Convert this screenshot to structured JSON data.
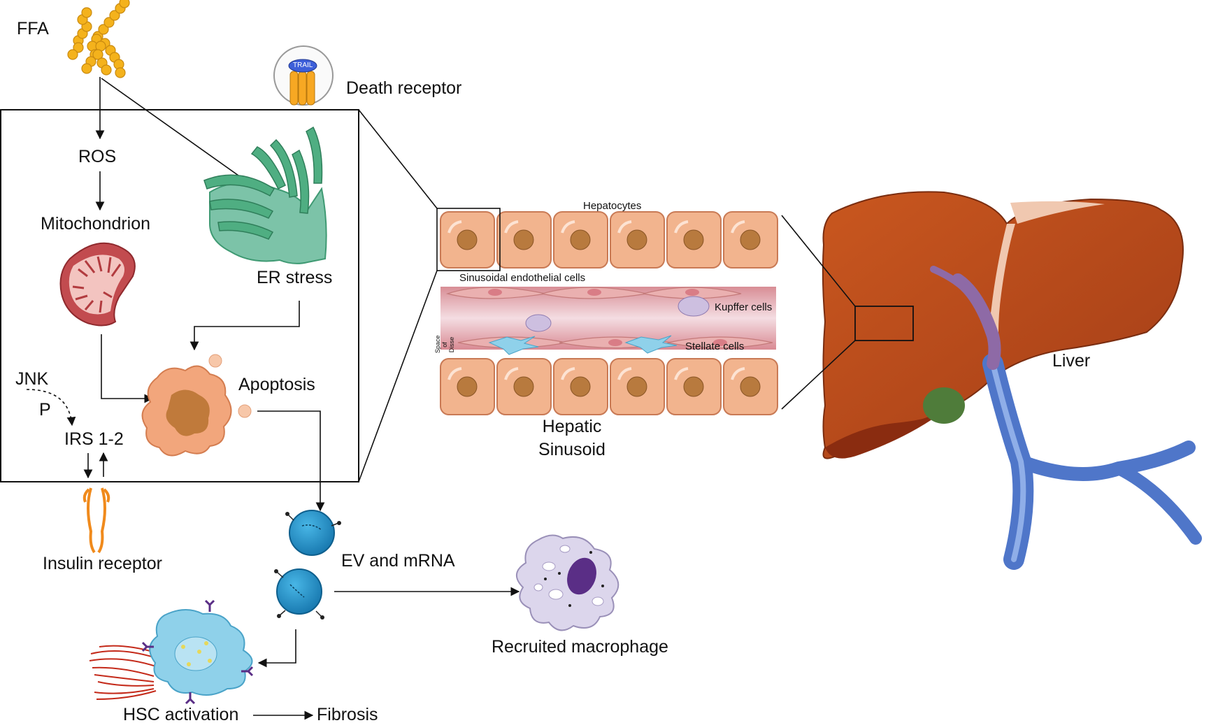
{
  "labels": {
    "ffa": "FFA",
    "death_receptor": "Death receptor",
    "trail": "TRAIL",
    "ros": "ROS",
    "mitochondrion": "Mitochondrion",
    "er_stress": "ER stress",
    "apoptosis": "Apoptosis",
    "jnk": "JNK",
    "p": "P",
    "irs": "IRS 1-2",
    "insulin_receptor": "Insulin receptor",
    "ev_mrna": "EV and mRNA",
    "recruited_macrophage": "Recruited macrophage",
    "hsc_activation": "HSC activation",
    "fibrosis": "Fibrosis",
    "hepatocytes": "Hepatocytes",
    "sinusoidal_endothelial": "Sinusoidal endothelial cells",
    "kupffer": "Kupffer cells",
    "stellate": "Stellate cells",
    "space_of_disse": [
      "Space",
      "of",
      "Disse"
    ],
    "hepatic_sinusoid": [
      "Hepatic",
      "Sinusoid"
    ],
    "liver": "Liver"
  },
  "colors": {
    "ffa": "#f4b21c",
    "receptor": "#f7a823",
    "trail_head": "#3d5fd9",
    "mitochondrion": "#c24b4f",
    "er": "#3f9a73",
    "apoptotic_cell": "#f2a67c",
    "nucleus": "#c07a3b",
    "insulin_receptor": "#f08a1c",
    "ev": "#1f8cc4",
    "macrophage": "#dcd6ec",
    "macrophage_nucleus": "#5a2e86",
    "hsc": "#8fd1ea",
    "collagen": "#c42a1a",
    "hepatocyte": "#f2b48e",
    "endothelial": "#e8a7a7",
    "liver": "#b5461c",
    "vessel": "#4f76c9"
  }
}
